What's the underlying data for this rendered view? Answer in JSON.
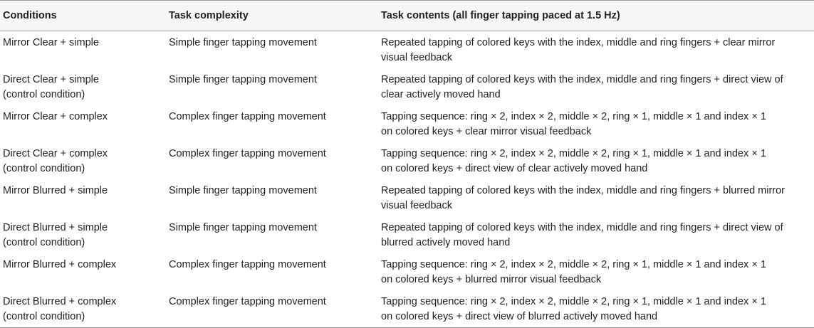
{
  "headers": {
    "conditions": "Conditions",
    "task_complexity": "Task complexity",
    "task_contents": "Task contents (all finger tapping paced at 1.5 Hz)"
  },
  "rows": [
    {
      "condition": [
        "Mirror Clear + simple"
      ],
      "complexity": "Simple finger tapping movement",
      "contents": [
        "Repeated tapping of colored keys with the index, middle and ring fingers + clear mirror",
        "visual feedback"
      ]
    },
    {
      "condition": [
        "Direct Clear + simple",
        "(control condition)"
      ],
      "complexity": "Simple finger tapping movement",
      "contents": [
        "Repeated tapping of colored keys with the index, middle and ring fingers + direct view of",
        "clear actively moved hand"
      ]
    },
    {
      "condition": [
        "Mirror Clear + complex"
      ],
      "complexity": "Complex finger tapping movement",
      "contents": [
        "Tapping sequence: ring × 2, index × 2, middle × 2, ring × 1, middle × 1 and index × 1",
        "on colored keys + clear mirror visual feedback"
      ]
    },
    {
      "condition": [
        "Direct Clear + complex",
        "(control condition)"
      ],
      "complexity": "Complex finger tapping movement",
      "contents": [
        "Tapping sequence: ring × 2, index × 2, middle × 2, ring × 1, middle × 1 and index × 1",
        "on colored keys + direct view of clear actively moved hand"
      ]
    },
    {
      "condition": [
        "Mirror Blurred + simple"
      ],
      "complexity": "Simple finger tapping movement",
      "contents": [
        "Repeated tapping of colored keys with the index, middle and ring fingers + blurred mirror",
        "visual feedback"
      ]
    },
    {
      "condition": [
        "Direct Blurred + simple",
        "(control condition)"
      ],
      "complexity": "Simple finger tapping movement",
      "contents": [
        "Repeated tapping of colored keys with the index, middle and ring fingers + direct view of",
        "blurred actively moved hand"
      ]
    },
    {
      "condition": [
        "Mirror Blurred + complex"
      ],
      "complexity": "Complex finger tapping movement",
      "contents": [
        "Tapping sequence: ring × 2, index × 2, middle × 2, ring × 1, middle × 1 and index × 1",
        "on colored keys + blurred mirror visual feedback"
      ]
    },
    {
      "condition": [
        "Direct Blurred + complex",
        "(control condition)"
      ],
      "complexity": "Complex finger tapping movement",
      "contents": [
        "Tapping sequence: ring × 2, index × 2, middle × 2, ring × 1, middle × 1 and index × 1",
        "on colored keys + direct view of blurred actively moved hand"
      ]
    }
  ]
}
